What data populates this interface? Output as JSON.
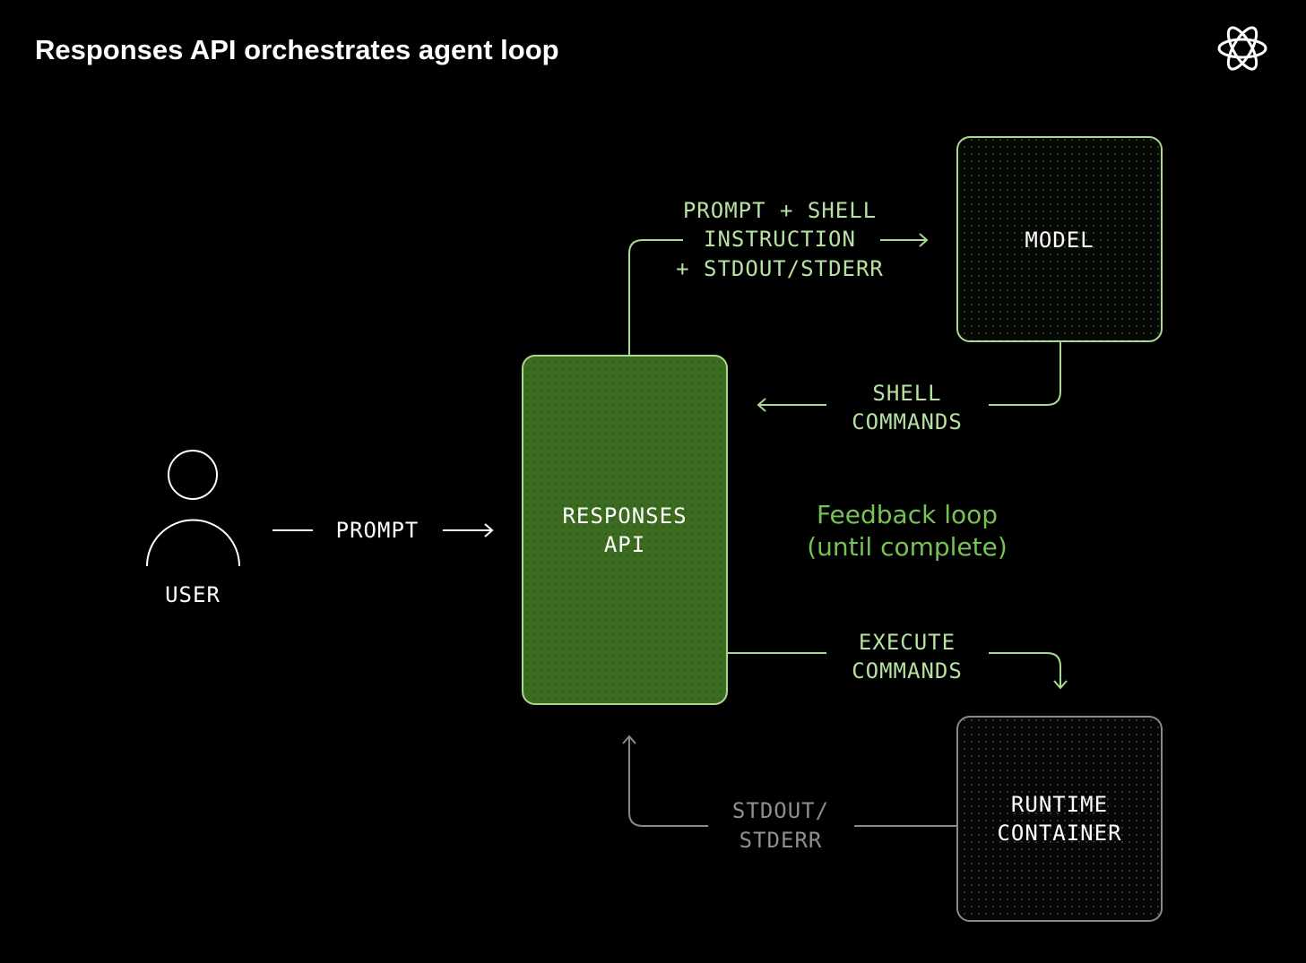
{
  "title": "Responses API orchestrates agent loop",
  "logo": {
    "icon": "openai-logo-icon"
  },
  "nodes": {
    "user": {
      "label": "USER",
      "icon": "user-icon"
    },
    "responses_api": {
      "line1": "RESPONSES",
      "line2": "API"
    },
    "model": {
      "label": "MODEL"
    },
    "runtime": {
      "line1": "RUNTIME",
      "line2": "CONTAINER"
    }
  },
  "edges": {
    "prompt": "PROMPT",
    "to_model": {
      "line1": "PROMPT + SHELL",
      "line2": "INSTRUCTION",
      "line3": "+ STDOUT/STDERR"
    },
    "shell_commands": {
      "line1": "SHELL",
      "line2": "COMMANDS"
    },
    "execute_commands": {
      "line1": "EXECUTE",
      "line2": "COMMANDS"
    },
    "stdout": {
      "line1": "STDOUT/",
      "line2": "STDERR"
    }
  },
  "feedback": {
    "line1": "Feedback loop",
    "line2": "(until complete)"
  },
  "colors": {
    "background": "#000000",
    "green_box": "#3b6b1e",
    "green_border": "#a8d98f",
    "green_text": "#b6e3a0",
    "feedback_text": "#77c254",
    "gray": "#8a8a8a"
  }
}
